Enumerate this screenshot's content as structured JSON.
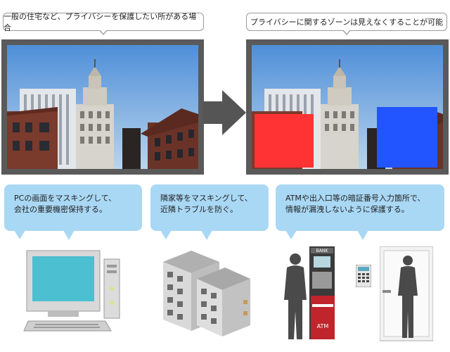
{
  "top_left_caption": "一般の住宅など、プライバシーを保護したい所がある場合",
  "top_right_caption": "プライバシーに関するゾーンは見えなくすることが可能",
  "masks": {
    "left_color": "#ff3333",
    "right_color": "#2255ff"
  },
  "bubbles": [
    {
      "line1": "PCの画面をマスキングして、",
      "line2": "会社の重要機密保持する。"
    },
    {
      "line1": "隣家等をマスキングして、",
      "line2": "近隣トラブルを防ぐ。"
    },
    {
      "line1": "ATMや出入口等の暗証番号入力箇所で、",
      "line2": "情報が漏洩しないように保護する。"
    }
  ],
  "atm": {
    "sign": "BANK",
    "label": "ATM"
  },
  "icons": [
    "arrow-right-icon",
    "desktop-pc-icon",
    "buildings-icon",
    "atm-icon",
    "keypad-icon",
    "door-icon",
    "person-silhouette-icon"
  ]
}
